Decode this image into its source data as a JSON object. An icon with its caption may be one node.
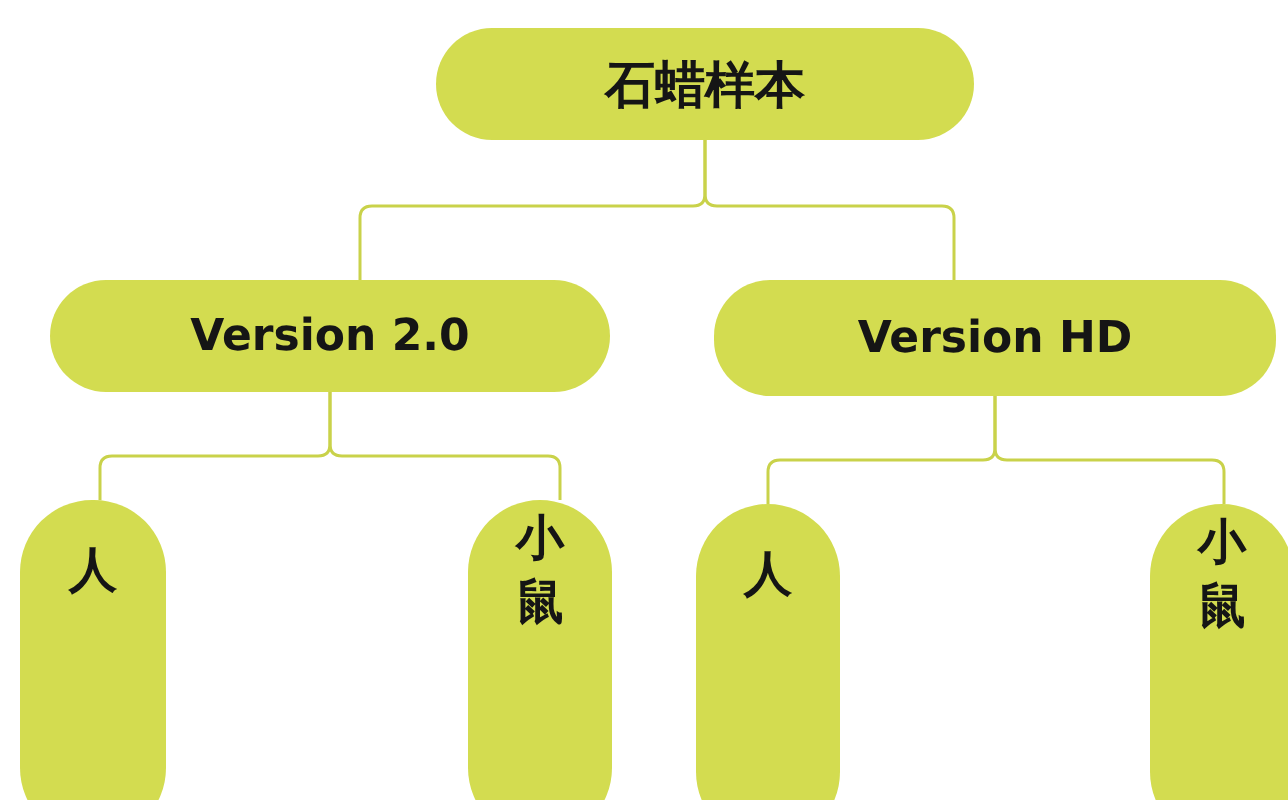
{
  "diagram": {
    "nodes": [
      {
        "text": [
          "石蜡样本"
        ]
      },
      {
        "text": [
          "Version 2.0"
        ]
      },
      {
        "text": [
          "Version HD"
        ]
      },
      {
        "text": [
          "人"
        ]
      },
      {
        "text": [
          "小鼠"
        ]
      },
      {
        "text": [
          "人"
        ]
      },
      {
        "text": [
          "小鼠"
        ]
      }
    ],
    "edges": [
      {
        "from": 0,
        "to": 1,
        "arrow": "none"
      },
      {
        "from": 0,
        "to": 2,
        "arrow": "none"
      },
      {
        "from": 1,
        "to": 3,
        "arrow": "none"
      },
      {
        "from": 1,
        "to": 4,
        "arrow": "none"
      },
      {
        "from": 2,
        "to": 5,
        "arrow": "none"
      },
      {
        "from": 2,
        "to": 6,
        "arrow": "none"
      }
    ]
  }
}
